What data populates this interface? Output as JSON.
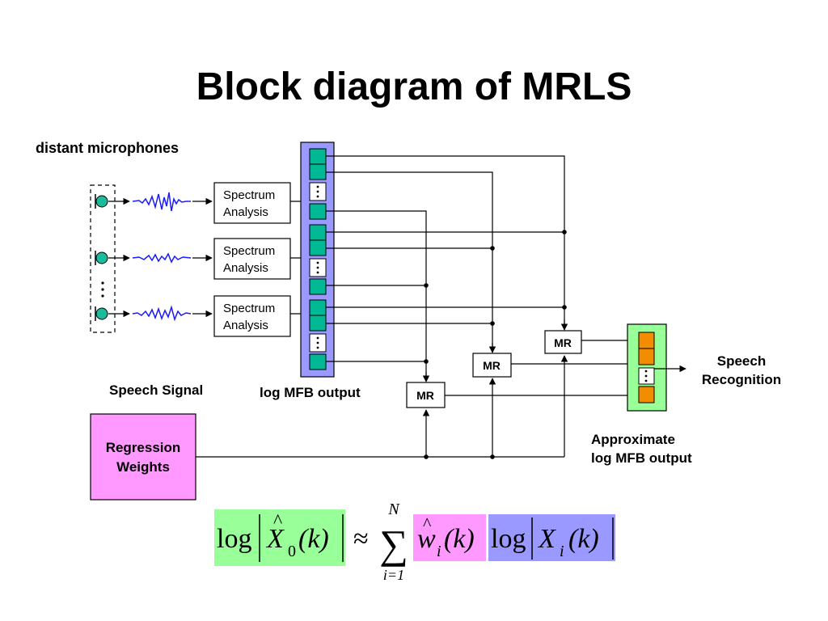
{
  "title": "Block diagram of MRLS",
  "labels": {
    "distant_microphones": "distant microphones",
    "spectrum_analysis_line1": "Spectrum",
    "spectrum_analysis_line2": "Analysis",
    "speech_signal": "Speech Signal",
    "log_mfb_output": "log MFB output",
    "regression_weights_line1": "Regression",
    "regression_weights_line2": "Weights",
    "mr": "MR",
    "speech_recognition_line1": "Speech",
    "speech_recognition_line2": "Recognition",
    "approximate_line1": "Approximate",
    "approximate_line2": "log MFB output"
  },
  "formula": {
    "log": "log",
    "x0_base": "X",
    "x0_hat": "^",
    "x0_sub": "0",
    "paren_k": "(k)",
    "approx": "≈",
    "sigma": "∑",
    "sum_upper": "N",
    "sum_lower": "i=1",
    "w_base": "w",
    "w_hat": "^",
    "w_sub": "i",
    "x_base": "X",
    "x_sub": "i"
  },
  "colors": {
    "stack_bg": "#9999ff",
    "cell_teal": "#00b894",
    "cell_orange": "#f28c00",
    "output_bg": "#99ff99",
    "regression_bg": "#ff99ff",
    "formula_green": "#99ff99",
    "formula_pink": "#ff99ff",
    "formula_blue": "#9999ff",
    "mic_teal": "#1abc9c",
    "wave_blue": "#1a1aff"
  },
  "icons": [
    "microphone-icon",
    "waveform-icon",
    "vertical-ellipsis-icon"
  ]
}
